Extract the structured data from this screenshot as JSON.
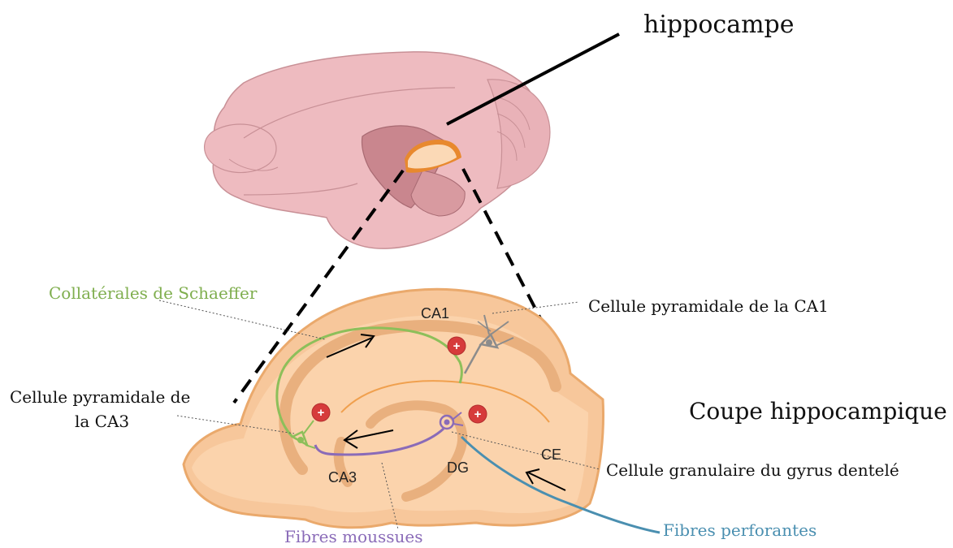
{
  "labels": {
    "hippocampe": "hippocampe",
    "coupe": "Coupe hippocampique",
    "schaeffer": "Collatérales de Schaeffer",
    "ca1_cell": "Cellule pyramidale de la CA1",
    "ca3_cell_line1": "Cellule pyramidale de",
    "ca3_cell_line2": "la CA3",
    "granule_cell": "Cellule granulaire du gyrus dentelé",
    "mossy": "Fibres moussues",
    "perforant": "Fibres perforantes",
    "ca1": "CA1",
    "ca3": "CA3",
    "dg": "DG",
    "ce": "CE",
    "plus": "+"
  },
  "colors": {
    "brain": "#eebbc0",
    "brain_stroke": "#c89096",
    "hippo_slice": "#f7c79b",
    "hippo_inner": "#fbd9b6",
    "schaeffer_green": "#8dbf5a",
    "mossy_purple": "#8a6bb8",
    "perforant_blue": "#4a8fb0",
    "ca1_gray": "#8c8c8c",
    "excit_red": "#d63b3b"
  }
}
